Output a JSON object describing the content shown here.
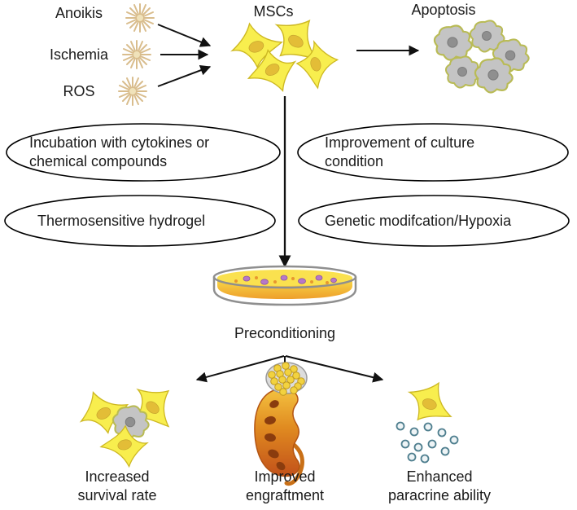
{
  "diagram": {
    "stressors": [
      {
        "label": "Anoikis"
      },
      {
        "label": "Ischemia"
      },
      {
        "label": "ROS"
      }
    ],
    "msc_label": "MSCs",
    "apoptosis_label": "Apoptosis",
    "strategies": [
      {
        "line1": "Incubation with cytokines or",
        "line2": "chemical compounds"
      },
      {
        "line1": "Improvement of culture",
        "line2": "condition"
      },
      {
        "line1": "Thermosensitive hydrogel",
        "line2": ""
      },
      {
        "line1": "Genetic modifcation/Hypoxia",
        "line2": ""
      }
    ],
    "preconditioning_label": "Preconditioning",
    "outcomes": [
      {
        "line1": "Increased",
        "line2": "survival rate"
      },
      {
        "line1": "Improved",
        "line2": "engraftment"
      },
      {
        "line1": "Enhanced",
        "line2": "paracrine ability"
      }
    ],
    "colors": {
      "msc_cell": "#f8ee4e",
      "msc_cell_outline": "#cdb822",
      "msc_nucleus": "#e3bd37",
      "apoptotic_cell": "#c4c4c4",
      "apoptotic_outline": "#b9bb55",
      "stress_burst": "#d9bd8d",
      "arrow": "#111111",
      "dish_medium": "#f5c133",
      "dish_cells": "#b678c8",
      "kidney": "#dd7a1c",
      "secreted_vesicle_outline": "#4e7e8e"
    }
  }
}
